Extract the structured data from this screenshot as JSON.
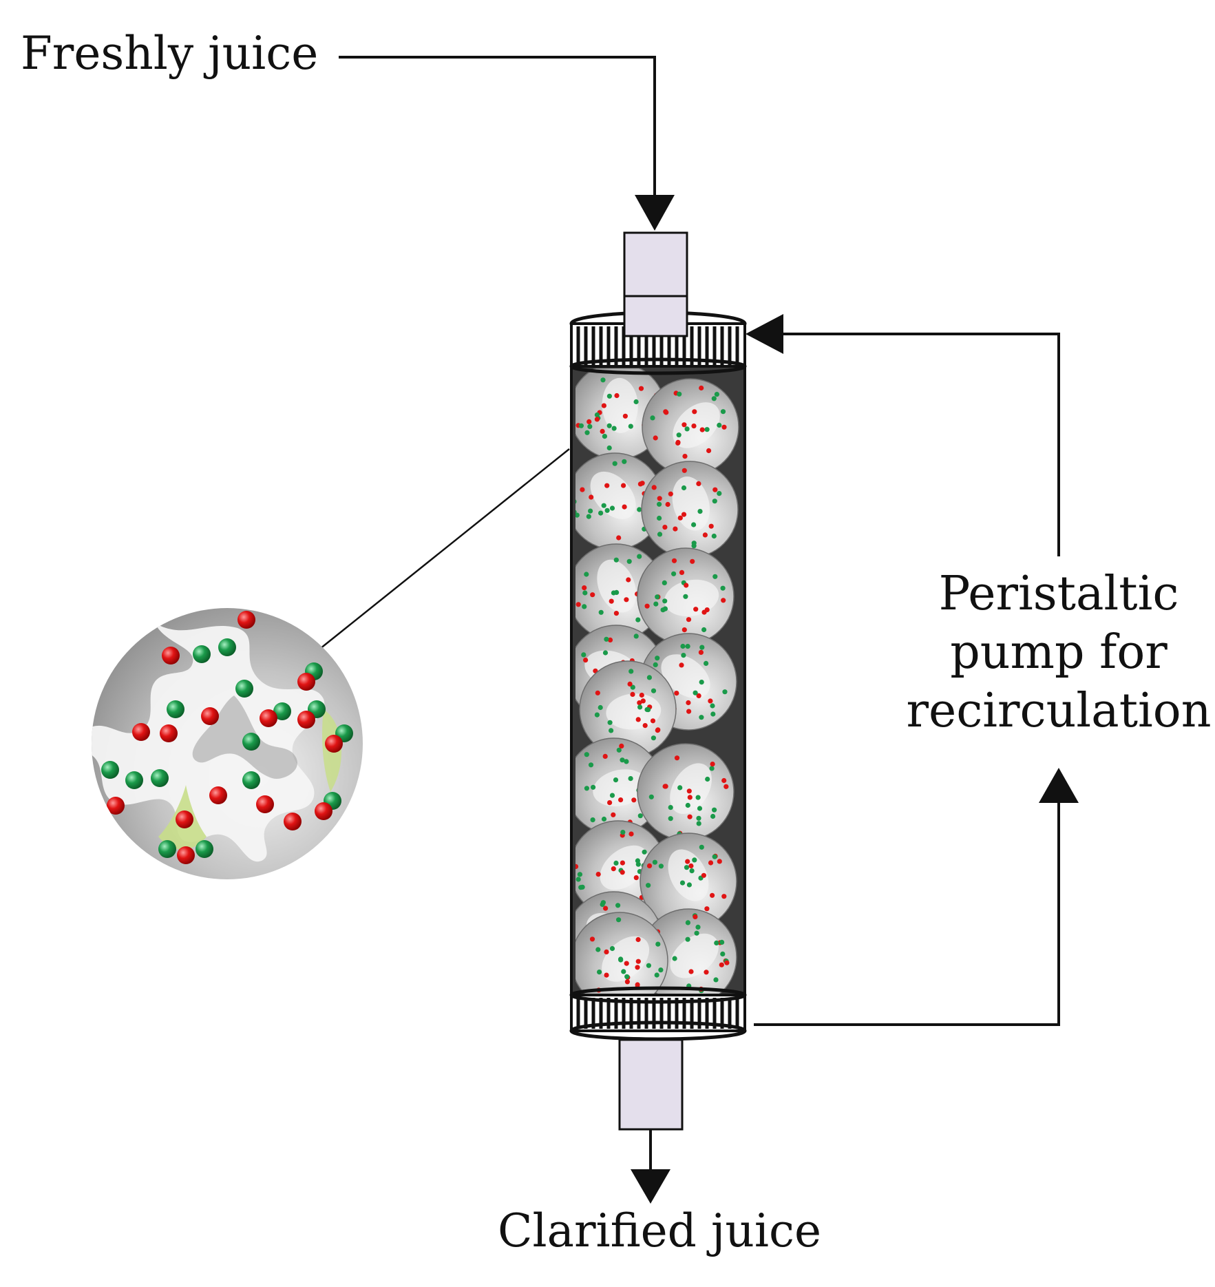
{
  "labels": {
    "inlet": "Freshly juice",
    "outlet": "Clarified juice",
    "pump_line1": "Peristaltic",
    "pump_line2": "pump for",
    "pump_line3": "recirculation"
  },
  "colors": {
    "stroke": "#111111",
    "tube_fill": "#e4dfec",
    "column_fill": "#3a3a3a",
    "bead_base": "#a9a9a9",
    "bead_pore": "#f4f4f4",
    "bead_accent": "#c8de8a",
    "particle_red": "#e01414",
    "particle_green": "#1a9a4a"
  }
}
